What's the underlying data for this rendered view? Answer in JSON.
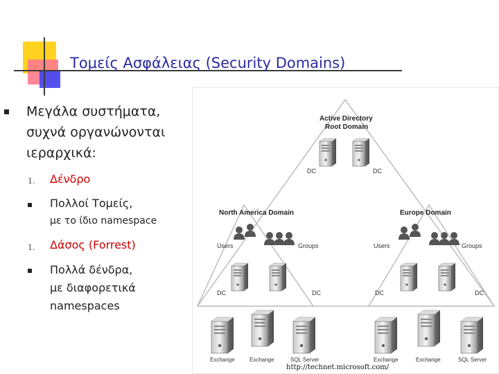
{
  "slide": {
    "title": "Τομείς Ασφάλειας (Security Domains)",
    "bullet_main_lines": [
      "Μεγάλα συστήματα,",
      "συχνά οργανώνονται",
      "ιεραρχικά:"
    ],
    "items": [
      {
        "marker": "1.",
        "lines": [
          "Δένδρο"
        ],
        "color": "#cc0000"
      },
      {
        "marker": "square",
        "lines": [
          "Πολλοί Τομείς,",
          "με το ίδιο namespace"
        ],
        "color": "#222222"
      },
      {
        "marker": "1.",
        "lines": [
          "Δάσος (Forrest)"
        ],
        "color": "#cc0000"
      },
      {
        "marker": "square",
        "lines": [
          "Πολλά δένδρα,",
          "με διαφορετικά",
          "namespaces"
        ],
        "color": "#222222"
      }
    ],
    "credit": "http://technet.microsoft.com/"
  },
  "diagram": {
    "root_label_1": "Active Directory",
    "root_label_2": "Root Domain",
    "left_domain": "North America Domain",
    "right_domain": "Europe Domain",
    "dc": "DC",
    "users": "Users",
    "groups": "Groups",
    "exchange": "Exchange",
    "sql_server": "SQL Server"
  }
}
